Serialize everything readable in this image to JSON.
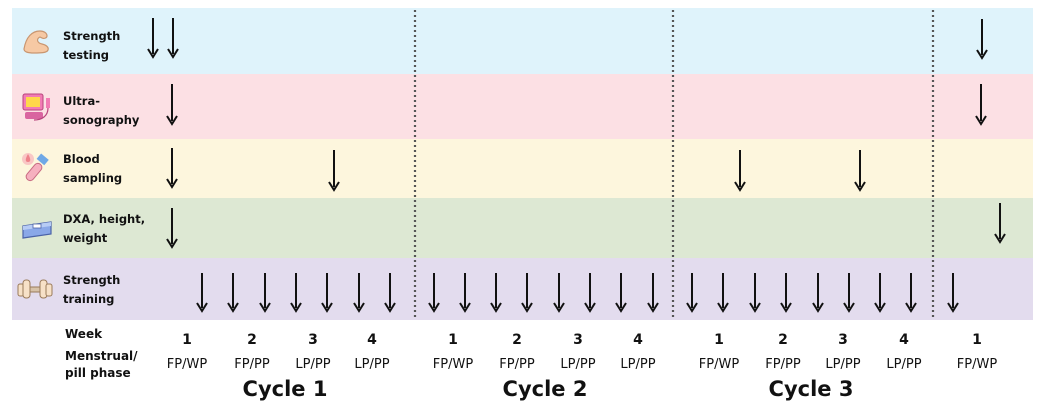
{
  "rows": [
    {
      "label_line1": "Strength",
      "label_line2": "testing",
      "color": "#dff3fb",
      "icon": "flexed-arm-icon"
    },
    {
      "label_line1": "Ultra-",
      "label_line2": "sonography",
      "color": "#fce0e4",
      "icon": "ultrasound-machine-icon"
    },
    {
      "label_line1": "Blood",
      "label_line2": "sampling",
      "color": "#fdf6dd",
      "icon": "blood-test-tube-icon"
    },
    {
      "label_line1": "DXA, height,",
      "label_line2": "weight",
      "color": "#dde8d3",
      "icon": "bathroom-scale-icon"
    },
    {
      "label_line1": "Strength",
      "label_line2": "training",
      "color": "#e3dcee",
      "icon": "dumbbell-icon"
    }
  ],
  "footer": {
    "week_label": "Week",
    "phase_label_line1": "Menstrual/",
    "phase_label_line2": "pill phase"
  },
  "weeks": [
    {
      "week": "1",
      "phase": "FP/WP"
    },
    {
      "week": "2",
      "phase": "FP/PP"
    },
    {
      "week": "3",
      "phase": "LP/PP"
    },
    {
      "week": "4",
      "phase": "LP/PP"
    },
    {
      "week": "1",
      "phase": "FP/WP"
    },
    {
      "week": "2",
      "phase": "FP/PP"
    },
    {
      "week": "3",
      "phase": "LP/PP"
    },
    {
      "week": "4",
      "phase": "LP/PP"
    },
    {
      "week": "1",
      "phase": "FP/WP"
    },
    {
      "week": "2",
      "phase": "FP/PP"
    },
    {
      "week": "3",
      "phase": "LP/PP"
    },
    {
      "week": "4",
      "phase": "LP/PP"
    },
    {
      "week": "1",
      "phase": "FP/WP"
    }
  ],
  "cycles": [
    "Cycle 1",
    "Cycle 2",
    "Cycle 3"
  ],
  "arrow_color": "#111111",
  "separator_color": "#555555"
}
